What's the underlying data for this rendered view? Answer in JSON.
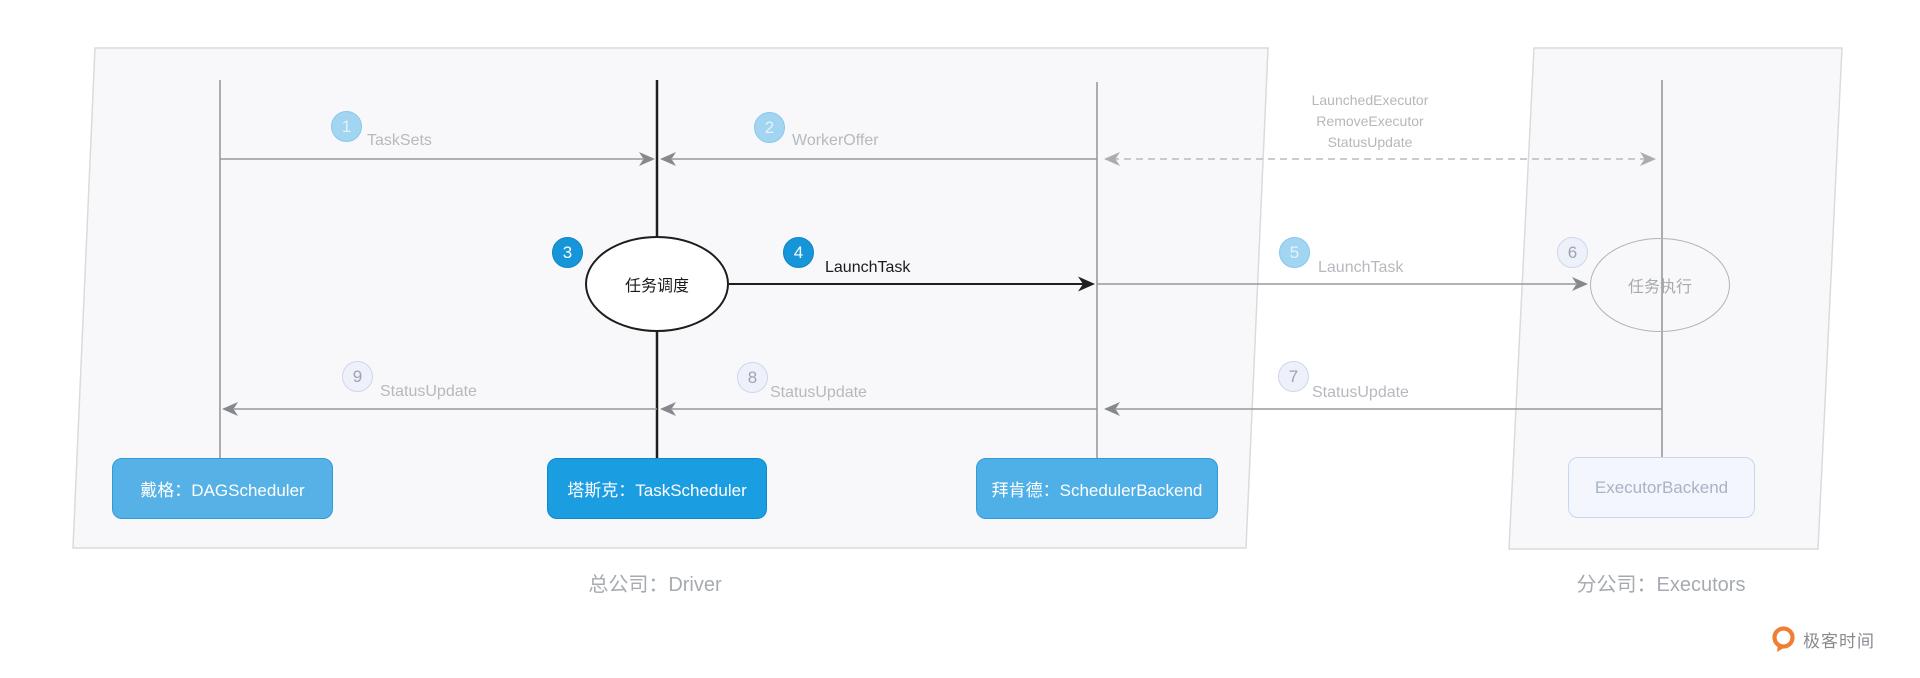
{
  "diagram_title": "Spark task scheduling sequence (Driver / Executors)",
  "groups": {
    "driver": {
      "caption": "总公司：Driver"
    },
    "executors": {
      "caption": "分公司：Executors"
    }
  },
  "nodes": {
    "dag_scheduler": {
      "label": "戴格：DAGScheduler"
    },
    "task_scheduler": {
      "label": "塔斯克：TaskScheduler"
    },
    "scheduler_backend": {
      "label": "拜肯德：SchedulerBackend"
    },
    "executor_backend": {
      "label": "ExecutorBackend"
    }
  },
  "activities": {
    "task_scheduling": {
      "label": "任务调度"
    },
    "task_execution": {
      "label": "任务执行"
    }
  },
  "messages": [
    {
      "num": "1",
      "label": "TaskSets",
      "style": "light",
      "from": "dag_scheduler",
      "to": "task_scheduler"
    },
    {
      "num": "2",
      "label": "WorkerOffer",
      "style": "light",
      "from": "scheduler_backend",
      "to": "task_scheduler"
    },
    {
      "num": "3",
      "label": "",
      "style": "bright",
      "at": "task_scheduling"
    },
    {
      "num": "4",
      "label": "LaunchTask",
      "style": "bright",
      "from": "task_scheduling",
      "to": "scheduler_backend"
    },
    {
      "num": "5",
      "label": "LaunchTask",
      "style": "light",
      "from": "scheduler_backend",
      "to": "task_execution"
    },
    {
      "num": "6",
      "label": "",
      "style": "faint",
      "at": "task_execution"
    },
    {
      "num": "7",
      "label": "StatusUpdate",
      "style": "faint",
      "from": "executor_backend",
      "to": "scheduler_backend"
    },
    {
      "num": "8",
      "label": "StatusUpdate",
      "style": "faint",
      "from": "scheduler_backend",
      "to": "task_scheduler"
    },
    {
      "num": "9",
      "label": "StatusUpdate",
      "style": "faint",
      "from": "task_scheduler",
      "to": "dag_scheduler"
    }
  ],
  "dashed_note": {
    "lines": [
      "LaunchedExecutor",
      "RemoveExecutor",
      "StatusUpdate"
    ]
  },
  "logo": {
    "text": "极客时间"
  },
  "colors": {
    "bright_blue": "#1795d9",
    "light_blue": "#a2d5f2",
    "faint_badge": "#eef1fa",
    "box_dag": "#55b1e6",
    "box_task": "#1b9de2",
    "box_backend": "#4fafe7",
    "box_executor_backend": "#f3f6fd",
    "gray_line": "#95999d",
    "black_line": "#1e1e1e",
    "boundary_fill": "#f8f8fa",
    "logo_orange": "#ee7f33"
  }
}
